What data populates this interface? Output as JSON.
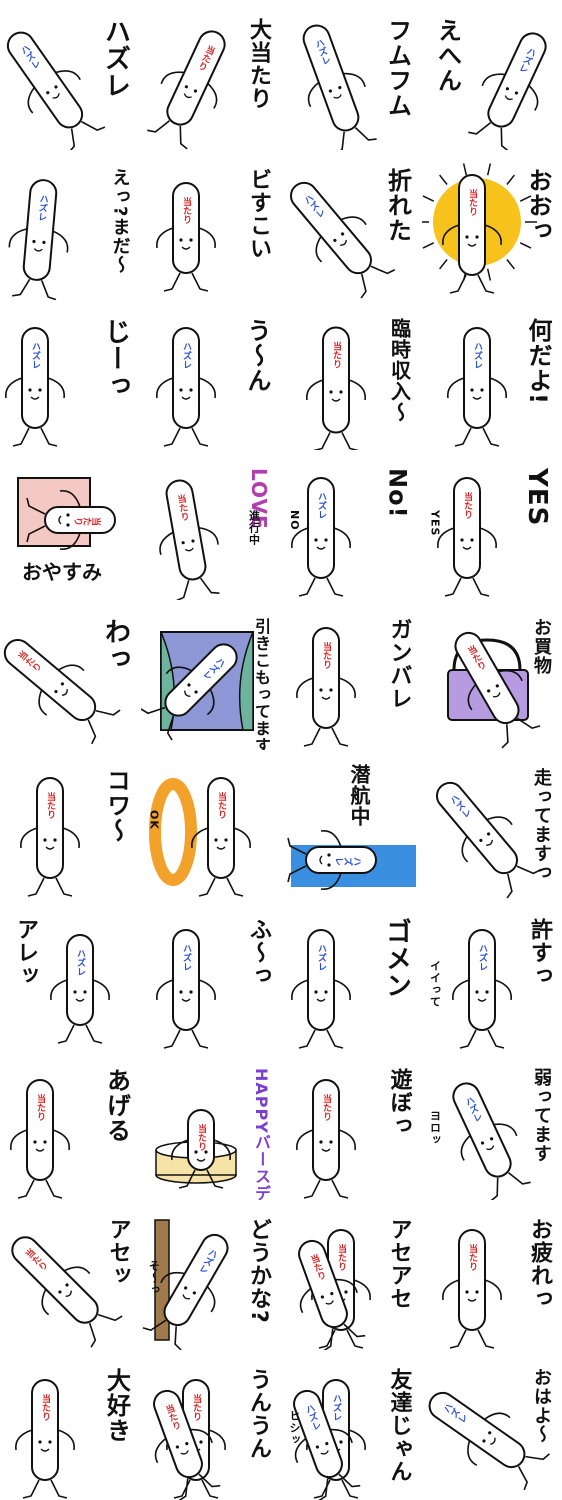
{
  "stickers": [
    {
      "text": "ハズレ",
      "badge": "ハズレ",
      "badge_color": "#2a4fd6"
    },
    {
      "text": "大当たり",
      "badge": "当たり",
      "badge_color": "#d62a2a"
    },
    {
      "text": "フムフム",
      "badge": "ハズレ",
      "badge_color": "#2a4fd6"
    },
    {
      "text": "えへん",
      "badge": "ハズレ",
      "badge_color": "#2a4fd6"
    },
    {
      "text": "えっ?まだ〜",
      "badge": "ハズレ",
      "badge_color": "#2a4fd6"
    },
    {
      "text": "ビすこい",
      "badge": "当たり",
      "badge_color": "#d62a2a"
    },
    {
      "text": "折れた",
      "badge": "ハズレ",
      "badge_color": "#2a4fd6"
    },
    {
      "text": "おおっ",
      "badge": "当たり",
      "badge_color": "#d62a2a"
    },
    {
      "text": "じーっ",
      "badge": "ハズレ",
      "badge_color": "#2a4fd6"
    },
    {
      "text": "う〜ん",
      "badge": "ハズレ",
      "badge_color": "#2a4fd6"
    },
    {
      "text": "臨時収入〜",
      "badge": "当たり",
      "badge_color": "#d62a2a"
    },
    {
      "text": "何だよ!",
      "badge": "ハズレ",
      "badge_color": "#2a4fd6"
    },
    {
      "text": "おやすみ",
      "badge": "当たり",
      "badge_color": "#d62a2a"
    },
    {
      "text": "LOVE",
      "sub": "進行中",
      "badge": "当たり",
      "badge_color": "#d62a2a"
    },
    {
      "text": "No!",
      "badge": "ハズレ",
      "badge_color": "#2a4fd6",
      "sub": "NO"
    },
    {
      "text": "YES",
      "badge": "当たり",
      "badge_color": "#d62a2a",
      "sub": "YES"
    },
    {
      "text": "わっ",
      "badge": "当たり",
      "badge_color": "#d62a2a"
    },
    {
      "text": "引きこもってます",
      "badge": "ハズレ",
      "badge_color": "#2a4fd6"
    },
    {
      "text": "ガンバレ",
      "badge": "当たり",
      "badge_color": "#d62a2a"
    },
    {
      "text": "お買物",
      "badge": "当たり",
      "badge_color": "#d62a2a"
    },
    {
      "text": "コワ〜",
      "badge": "当たり",
      "badge_color": "#d62a2a"
    },
    {
      "text": "OK",
      "badge": "当たり",
      "badge_color": "#d62a2a",
      "sub": "OK"
    },
    {
      "text": "潜航中",
      "badge": "ハズレ",
      "badge_color": "#2a4fd6"
    },
    {
      "text": "走ってますっ",
      "badge": "ハズレ",
      "badge_color": "#2a4fd6"
    },
    {
      "text": "アレッ",
      "badge": "ハズレ",
      "badge_color": "#2a4fd6"
    },
    {
      "text": "ふ〜っ",
      "badge": "ハズレ",
      "badge_color": "#2a4fd6"
    },
    {
      "text": "ゴメン",
      "badge": "ハズレ",
      "badge_color": "#2a4fd6"
    },
    {
      "text": "許すっ",
      "badge": "ハズレ",
      "badge_color": "#2a4fd6",
      "sub": "イイって"
    },
    {
      "text": "あげる",
      "badge": "当たり",
      "badge_color": "#d62a2a"
    },
    {
      "text": "HAPPYバースデー",
      "badge": "当たり",
      "badge_color": "#d62a2a"
    },
    {
      "text": "遊ぼっ",
      "badge": "当たり",
      "badge_color": "#d62a2a"
    },
    {
      "text": "弱ってます",
      "badge": "ハズレ",
      "badge_color": "#2a4fd6",
      "sub": "ヨロッ"
    },
    {
      "text": "アセッ",
      "badge": "当たり",
      "badge_color": "#d62a2a"
    },
    {
      "text": "どうかな?",
      "badge": "ハズレ",
      "badge_color": "#2a4fd6",
      "sub": "そ〜っ"
    },
    {
      "text": "アセアセ",
      "badge": "当たり",
      "badge_color": "#d62a2a"
    },
    {
      "text": "お疲れっ",
      "badge": "当たり",
      "badge_color": "#d62a2a"
    },
    {
      "text": "大好き",
      "badge": "当たり",
      "badge_color": "#d62a2a"
    },
    {
      "text": "うんうん",
      "badge": "当たり",
      "badge_color": "#d62a2a"
    },
    {
      "text": "友達じゃん",
      "badge": "ハズレ",
      "badge_color": "#2a4fd6",
      "sub": "ヒシッ"
    },
    {
      "text": "おはよ〜",
      "badge": "ハズレ",
      "badge_color": "#2a4fd6"
    }
  ],
  "colors": {
    "ink": "#111111",
    "stick": "#ffffff",
    "yellow": "#f7c21b",
    "pink": "#f4c9c4",
    "green": "#6db39e",
    "purple": "#b79be0",
    "orange": "#f2a12a",
    "water": "#3a8fe0",
    "cake": "#f6e3a8",
    "wood": "#a07a4a"
  }
}
